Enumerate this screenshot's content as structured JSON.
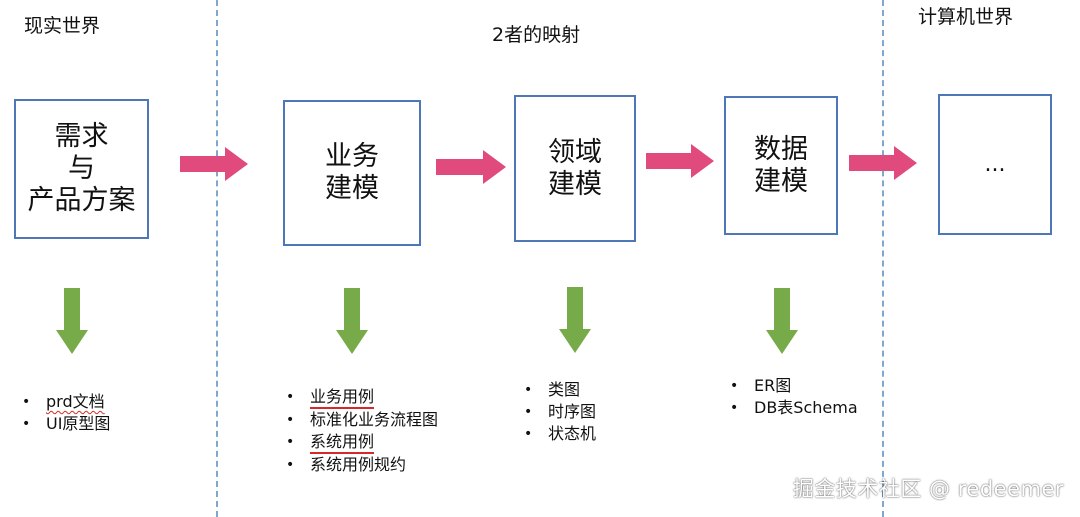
{
  "headers": {
    "real_world": "现实世界",
    "mapping": "2者的映射",
    "computer_world": "计算机世界"
  },
  "boxes": {
    "requirements": {
      "line1": "需求",
      "line2": "与",
      "line3": "产品方案"
    },
    "business": {
      "line1": "业务",
      "line2": "建模"
    },
    "domain": {
      "line1": "领域",
      "line2": "建模"
    },
    "data": {
      "line1": "数据",
      "line2": "建模"
    },
    "ellipsis": {
      "line1": "..."
    }
  },
  "bullets": {
    "requirements": [
      "prd文档",
      "UI原型图"
    ],
    "business": [
      "业务用例",
      "标准化业务流程图",
      "系统用例",
      "系统用例规约"
    ],
    "domain": [
      "类图",
      "时序图",
      "状态机"
    ],
    "data": [
      "ER图",
      "DB表Schema"
    ]
  },
  "colors": {
    "box_border": "#4f76b6",
    "pink_arrow": "#e04a7c",
    "green_arrow": "#77ab4a",
    "dashed_line": "#7fa7cf",
    "annotation_red": "#d62a2a"
  },
  "icons": {
    "flow_arrow": "right-arrow-icon",
    "output_arrow": "down-arrow-icon"
  },
  "watermark": "掘金技术社区 @ redeemer"
}
